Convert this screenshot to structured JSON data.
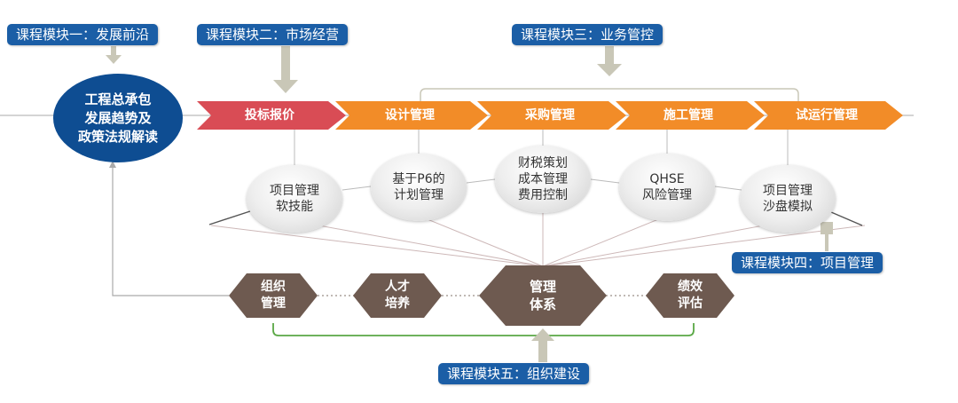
{
  "modules": {
    "m1": "课程模块一：发展前沿",
    "m2": "课程模块二：市场经营",
    "m3": "课程模块三：业务管控",
    "m4": "课程模块四：项目管理",
    "m5": "课程模块五：组织建设"
  },
  "main_circle": {
    "line1": "工程总承包",
    "line2": "发展趋势及",
    "line3": "政策法规解读"
  },
  "stages": [
    "投标报价",
    "设计管理",
    "采购管理",
    "施工管理",
    "试运行管理"
  ],
  "skills": [
    {
      "line1": "项目管理",
      "line2": "软技能",
      "line3": ""
    },
    {
      "line1": "基于P6的",
      "line2": "计划管理",
      "line3": ""
    },
    {
      "line1": "财税策划",
      "line2": "成本管理",
      "line3": "费用控制"
    },
    {
      "line1": "QHSE",
      "line2": "风险管理",
      "line3": ""
    },
    {
      "line1": "项目管理",
      "line2": "沙盘模拟",
      "line3": ""
    }
  ],
  "hexagons": [
    {
      "line1": "组织",
      "line2": "管理"
    },
    {
      "line1": "人才",
      "line2": "培养"
    },
    {
      "line1": "管理",
      "line2": "体系"
    },
    {
      "line1": "绩效",
      "line2": "评估"
    }
  ],
  "colors": {
    "module_blue": "#1b5ea6",
    "main_circle": "#0e4d92",
    "stage_red": "#d94c55",
    "stage_orange": "#f28c28",
    "hexagon": "#6e5a50",
    "bracket_green": "#5aa845",
    "arrow_gray": "#c9c7b7",
    "connector_gray": "#bbbbbb"
  }
}
